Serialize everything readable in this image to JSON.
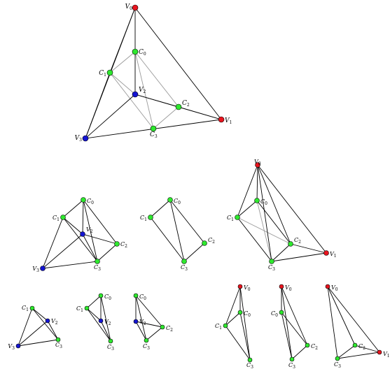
{
  "colors": {
    "red": "#e8141e",
    "blue": "#1414d2",
    "green": "#2ee82e",
    "edge": "#000000",
    "hidden_edge": "#9a9a9a"
  },
  "figures": [
    {
      "id": "main-tetrahedron",
      "nodes": [
        {
          "id": "V0",
          "name": "V",
          "idx": "0",
          "color": "red"
        },
        {
          "id": "V1",
          "name": "V",
          "idx": "1",
          "color": "red"
        },
        {
          "id": "V2",
          "name": "V",
          "idx": "2",
          "color": "blue"
        },
        {
          "id": "V3",
          "name": "V",
          "idx": "3",
          "color": "blue"
        },
        {
          "id": "C0",
          "name": "C",
          "idx": "0",
          "color": "green"
        },
        {
          "id": "C1",
          "name": "C",
          "idx": "1",
          "color": "green"
        },
        {
          "id": "C2",
          "name": "C",
          "idx": "2",
          "color": "green"
        },
        {
          "id": "C3",
          "name": "C",
          "idx": "3",
          "color": "green"
        }
      ]
    },
    {
      "id": "mid-left",
      "nodes": [
        {
          "id": "C0",
          "name": "C",
          "idx": "0",
          "color": "green"
        },
        {
          "id": "C1",
          "name": "C",
          "idx": "1",
          "color": "green"
        },
        {
          "id": "V2",
          "name": "V",
          "idx": "2",
          "color": "blue"
        },
        {
          "id": "C2",
          "name": "C",
          "idx": "2",
          "color": "green"
        },
        {
          "id": "V3",
          "name": "V",
          "idx": "3",
          "color": "blue"
        },
        {
          "id": "C3",
          "name": "C",
          "idx": "3",
          "color": "green"
        }
      ]
    },
    {
      "id": "mid-center",
      "nodes": [
        {
          "id": "C0",
          "name": "C",
          "idx": "0",
          "color": "green"
        },
        {
          "id": "C1",
          "name": "C",
          "idx": "1",
          "color": "green"
        },
        {
          "id": "C2",
          "name": "C",
          "idx": "2",
          "color": "green"
        },
        {
          "id": "C3",
          "name": "C",
          "idx": "3",
          "color": "green"
        }
      ]
    },
    {
      "id": "mid-right",
      "nodes": [
        {
          "id": "V0",
          "name": "V",
          "idx": "0",
          "color": "red"
        },
        {
          "id": "C0",
          "name": "C",
          "idx": "0",
          "color": "green"
        },
        {
          "id": "C1",
          "name": "C",
          "idx": "1",
          "color": "green"
        },
        {
          "id": "C2",
          "name": "C",
          "idx": "2",
          "color": "green"
        },
        {
          "id": "V1",
          "name": "V",
          "idx": "1",
          "color": "red"
        },
        {
          "id": "C3",
          "name": "C",
          "idx": "3",
          "color": "green"
        }
      ]
    },
    {
      "id": "bot-1",
      "nodes": [
        {
          "id": "C1",
          "name": "C",
          "idx": "1",
          "color": "green"
        },
        {
          "id": "V2",
          "name": "V",
          "idx": "2",
          "color": "blue"
        },
        {
          "id": "V3",
          "name": "V",
          "idx": "3",
          "color": "blue"
        },
        {
          "id": "C3",
          "name": "C",
          "idx": "3",
          "color": "green"
        }
      ]
    },
    {
      "id": "bot-2",
      "nodes": [
        {
          "id": "C0",
          "name": "C",
          "idx": "0",
          "color": "green"
        },
        {
          "id": "C1",
          "name": "C",
          "idx": "1",
          "color": "green"
        },
        {
          "id": "V2",
          "name": "V",
          "idx": "2",
          "color": "blue"
        },
        {
          "id": "C3",
          "name": "C",
          "idx": "3",
          "color": "green"
        }
      ]
    },
    {
      "id": "bot-3",
      "nodes": [
        {
          "id": "C0",
          "name": "C",
          "idx": "0",
          "color": "green"
        },
        {
          "id": "V2",
          "name": "V",
          "idx": "2",
          "color": "blue"
        },
        {
          "id": "C2",
          "name": "C",
          "idx": "2",
          "color": "green"
        },
        {
          "id": "C3",
          "name": "C",
          "idx": "3",
          "color": "green"
        }
      ]
    },
    {
      "id": "bot-4",
      "nodes": [
        {
          "id": "V0",
          "name": "V",
          "idx": "0",
          "color": "red"
        },
        {
          "id": "C0",
          "name": "C",
          "idx": "0",
          "color": "green"
        },
        {
          "id": "C1",
          "name": "C",
          "idx": "1",
          "color": "green"
        },
        {
          "id": "C3",
          "name": "C",
          "idx": "3",
          "color": "green"
        }
      ]
    },
    {
      "id": "bot-5",
      "nodes": [
        {
          "id": "V0",
          "name": "V",
          "idx": "0",
          "color": "red"
        },
        {
          "id": "C0",
          "name": "C",
          "idx": "0",
          "color": "green"
        },
        {
          "id": "C2",
          "name": "C",
          "idx": "2",
          "color": "green"
        },
        {
          "id": "C3",
          "name": "C",
          "idx": "3",
          "color": "green"
        }
      ]
    },
    {
      "id": "bot-6",
      "nodes": [
        {
          "id": "V0",
          "name": "V",
          "idx": "0",
          "color": "red"
        },
        {
          "id": "C2",
          "name": "C",
          "idx": "2",
          "color": "green"
        },
        {
          "id": "V1",
          "name": "V",
          "idx": "1",
          "color": "red"
        },
        {
          "id": "C3",
          "name": "C",
          "idx": "3",
          "color": "green"
        }
      ]
    }
  ]
}
